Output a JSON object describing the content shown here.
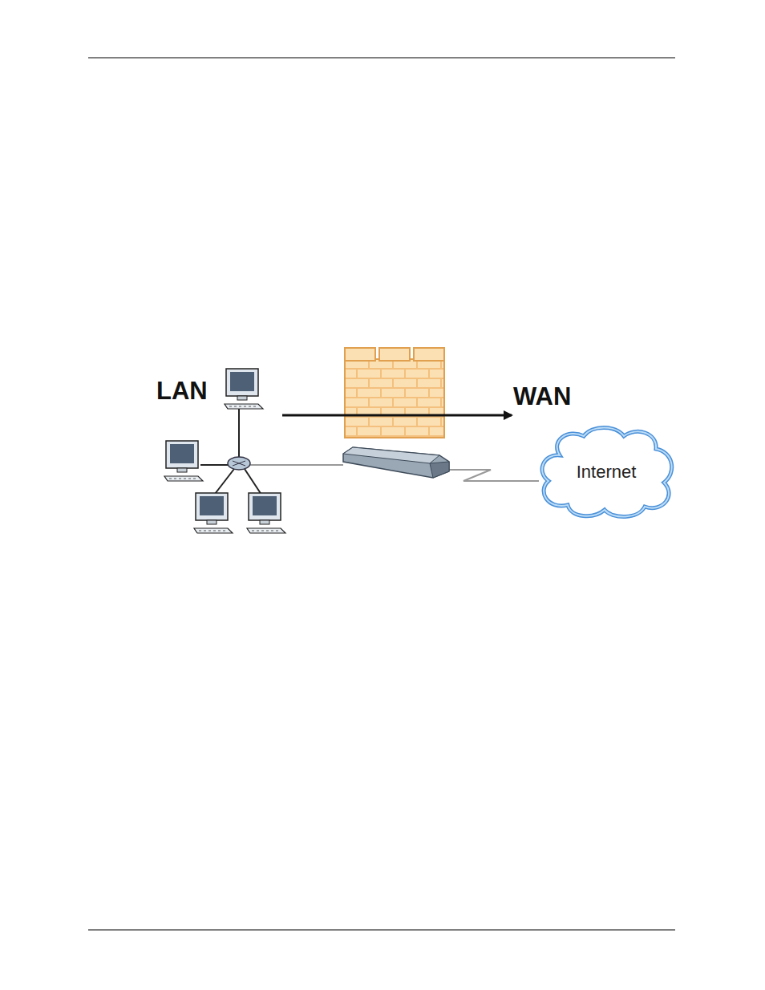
{
  "diagram": {
    "nodes": [
      {
        "text": [
          "Internet"
        ]
      }
    ],
    "labels": [
      "LAN",
      "WAN"
    ]
  }
}
